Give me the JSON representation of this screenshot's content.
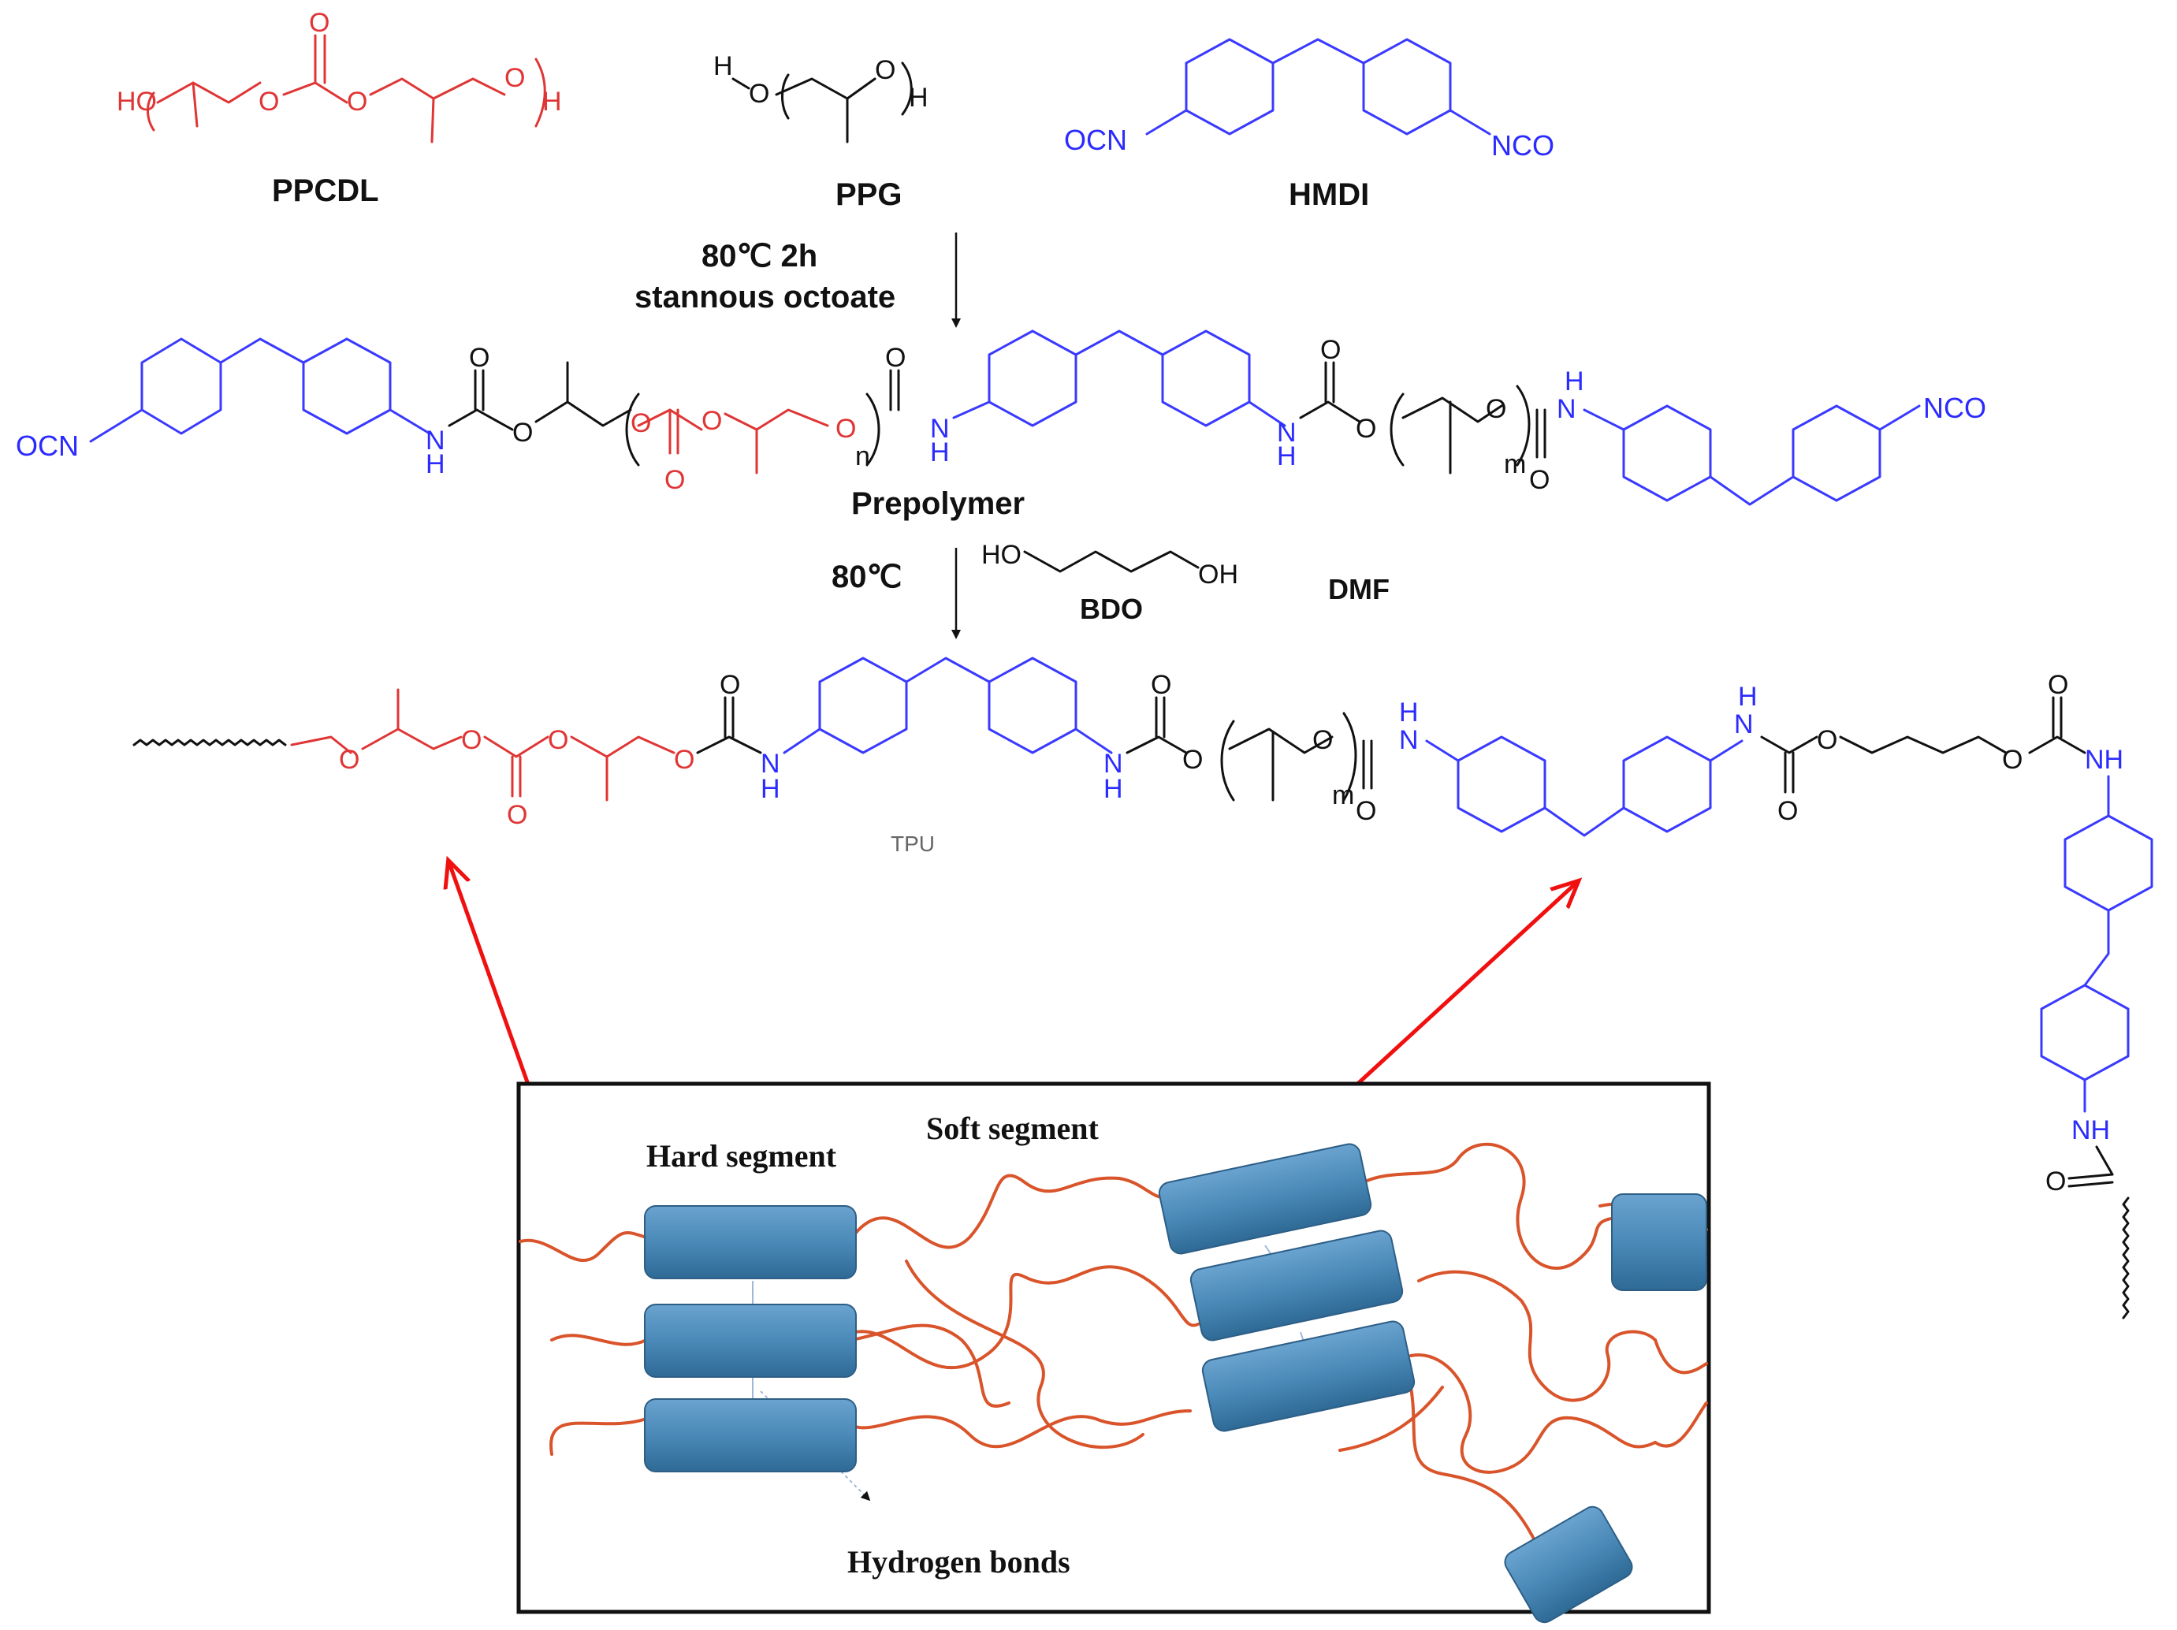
{
  "reactants": {
    "ppcdl": {
      "name": "PPCDL",
      "ho": "HO",
      "h": "H",
      "o": "O"
    },
    "ppg": {
      "name": "PPG",
      "h1": "H",
      "o1": "O",
      "o2": "O",
      "h2": "H"
    },
    "hmdi": {
      "name": "HMDI",
      "ocn": "OCN",
      "nco": "NCO"
    }
  },
  "step1": {
    "conditions_line1": "80℃ 2h",
    "conditions_line2": "stannous octoate"
  },
  "prepolymer": {
    "name": "Prepolymer",
    "ocn": "OCN",
    "nco": "NCO",
    "nh": "N",
    "h": "H",
    "o": "O",
    "n": "n",
    "m": "m"
  },
  "step2": {
    "temperature": "80℃",
    "bdo_name": "BDO",
    "bdo_ho": "HO",
    "bdo_oh": "OH",
    "solvent": "DMF"
  },
  "tpu": {
    "name": "TPU",
    "nh": "N",
    "h": "H",
    "o": "O",
    "m": "m",
    "nh2": "NH"
  },
  "schematic": {
    "hard_segment": "Hard segment",
    "soft_segment": "Soft segment",
    "hydrogen_bonds": "Hydrogen bonds"
  },
  "colors": {
    "soft_segment_red": "#e03535",
    "hard_segment_blue": "#3a3aff",
    "block_blue": "#4a89b8",
    "chain_orange": "#d9542a",
    "arrow_red": "#f01010"
  }
}
